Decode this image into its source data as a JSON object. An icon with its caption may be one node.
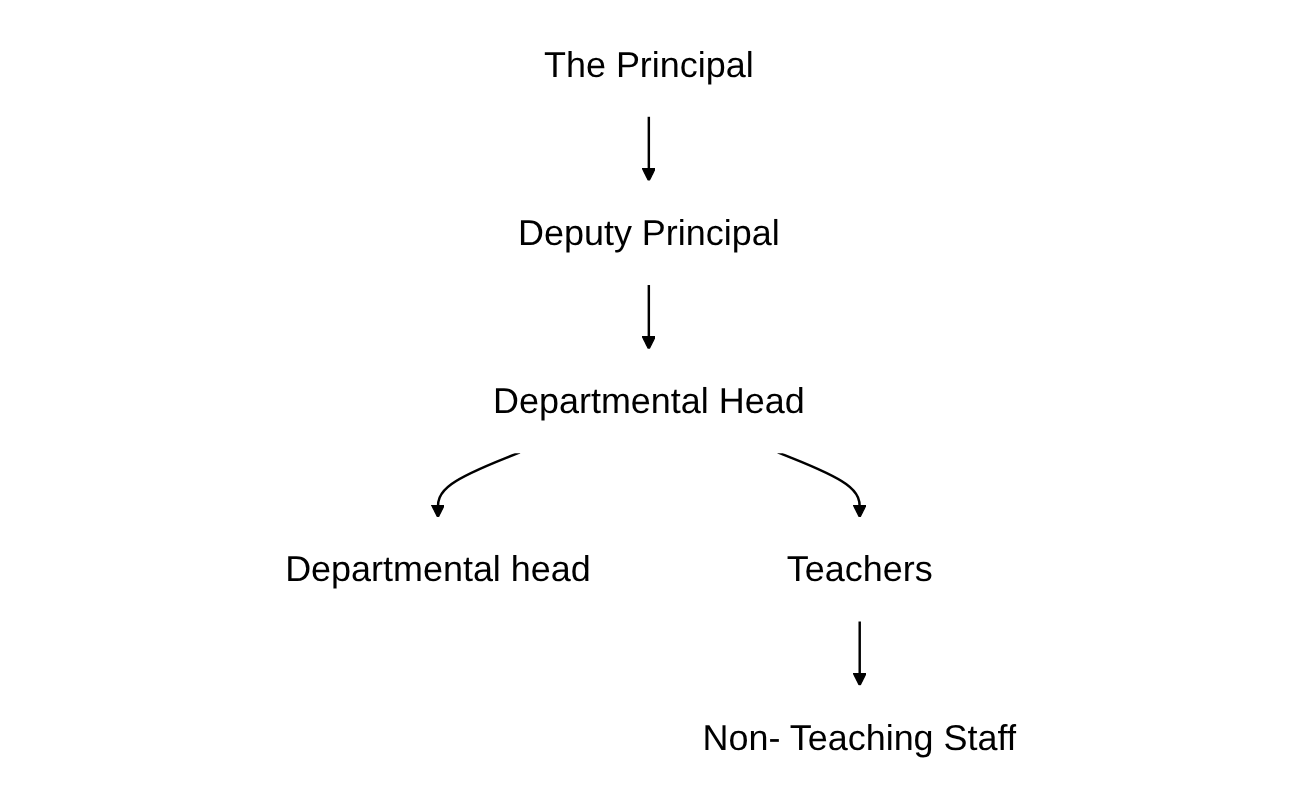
{
  "diagram": {
    "nodes": [
      {
        "text": [
          "The Principal"
        ]
      },
      {
        "text": [
          "Deputy Principal"
        ]
      },
      {
        "text": [
          "Departmental Head"
        ]
      },
      {
        "text": [
          "Departmental head"
        ]
      },
      {
        "text": [
          "Teachers"
        ]
      },
      {
        "text": [
          "Non- Teaching Staff"
        ]
      }
    ],
    "edges": [
      {
        "from": 0,
        "to": 1,
        "arrow": "to"
      },
      {
        "from": 1,
        "to": 2,
        "arrow": "to"
      },
      {
        "from": 2,
        "to": 3,
        "arrow": "to"
      },
      {
        "from": 2,
        "to": 4,
        "arrow": "to"
      },
      {
        "from": 4,
        "to": 5,
        "arrow": "to"
      }
    ]
  }
}
